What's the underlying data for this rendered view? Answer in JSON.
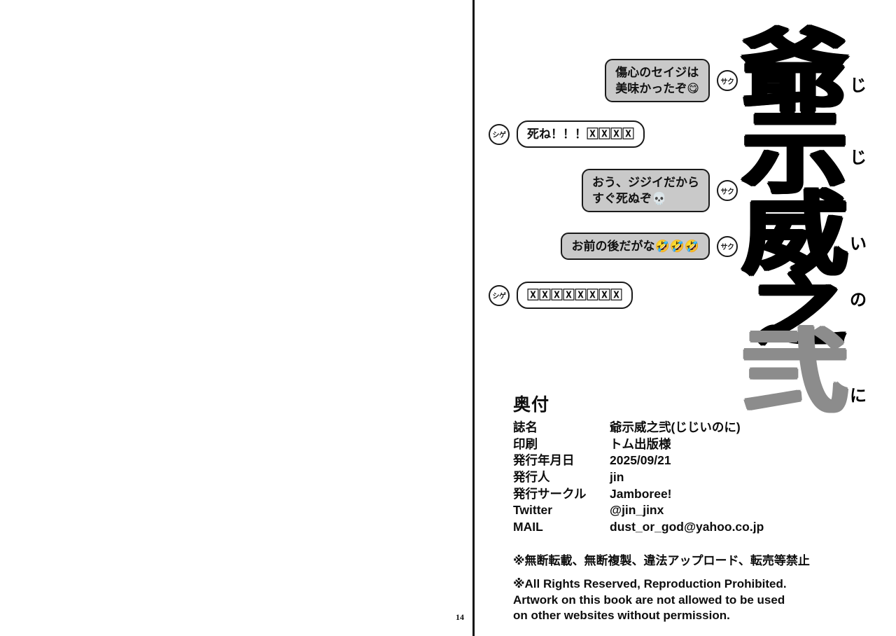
{
  "page": {
    "page_number": "14",
    "accent_black": "#000000",
    "accent_gray": "#8c8c8c",
    "bubble_gray": "#c9c9c9"
  },
  "chat": {
    "messages": [
      {
        "speaker": "サク",
        "side": "right",
        "style": "gray",
        "text": "傷心のセイジは\n美味かったぞ😋"
      },
      {
        "speaker": "シゲ",
        "side": "left",
        "style": "white",
        "text": "死ね！！！🅇🅇🅇🅇"
      },
      {
        "speaker": "サク",
        "side": "right",
        "style": "gray",
        "text": "おう、ジジイだから\nすぐ死ぬぞ💀"
      },
      {
        "speaker": "サク",
        "side": "right",
        "style": "gray",
        "text": "お前の後だがな🤣🤣🤣"
      },
      {
        "speaker": "シゲ",
        "side": "left",
        "style": "white",
        "text": "🅇🅇🅇🅇🅇🅇🅇🅇"
      }
    ]
  },
  "title_art": {
    "kanji": [
      "爺",
      "示",
      "威",
      "之",
      "弐"
    ],
    "furigana": [
      "じ",
      "じ",
      "い",
      "の",
      "に"
    ],
    "reading": "じじいのに"
  },
  "colophon": {
    "heading": "奥付",
    "rows": [
      {
        "label": "誌名",
        "value": "爺示威之弐(じじいのに)"
      },
      {
        "label": "印刷",
        "value": "トム出版様"
      },
      {
        "label": "発行年月日",
        "value": "2025/09/21"
      },
      {
        "label": "発行人",
        "value": "jin"
      },
      {
        "label": "発行サークル",
        "value": "Jamboree!"
      },
      {
        "label": "Twitter",
        "value": "@jin_jinx"
      },
      {
        "label": "MAIL",
        "value": "dust_or_god@yahoo.co.jp"
      }
    ],
    "notice_jp": "※無断転載、無断複製、違法アップロード、転売等禁止",
    "notice_en": "※All Rights Reserved, Reproduction Prohibited.\n  Artwork on this book are not allowed to be used\n  on other websites without permission."
  }
}
